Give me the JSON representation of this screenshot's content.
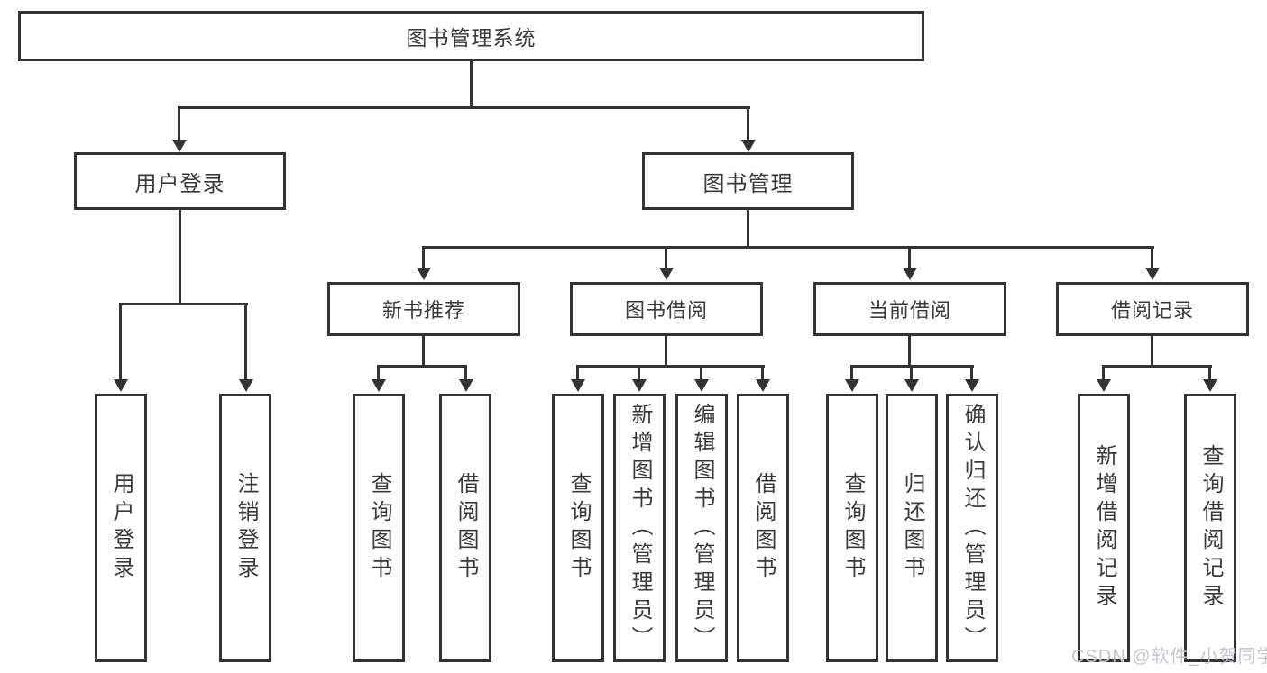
{
  "diagram": {
    "title_node": "图书管理系统",
    "nodes": {
      "root": "图书管理系统",
      "level2": [
        "用户登录",
        "图书管理"
      ],
      "level3": [
        "新书推荐",
        "图书借阅",
        "当前借阅",
        "借阅记录"
      ],
      "loginChildren": [
        "用户登录",
        "注销登录"
      ],
      "newBookChildren": [
        "查询图书",
        "借阅图书"
      ],
      "borrowChildren": [
        "查询图书",
        "新增图书（管理员）",
        "编辑图书（管理员）",
        "借阅图书"
      ],
      "currentChildren": [
        "查询图书",
        "归还图书",
        "确认归还（管理员）"
      ],
      "recordChildren": [
        "新增借阅记录",
        "查询借阅记录"
      ]
    },
    "colors": {
      "line": "#333333",
      "text": "#3a3a3a",
      "background": "#ffffff",
      "watermark": "#c5c5cc"
    }
  },
  "watermark": {
    "text": "CSDN @软件_小贺同学"
  }
}
